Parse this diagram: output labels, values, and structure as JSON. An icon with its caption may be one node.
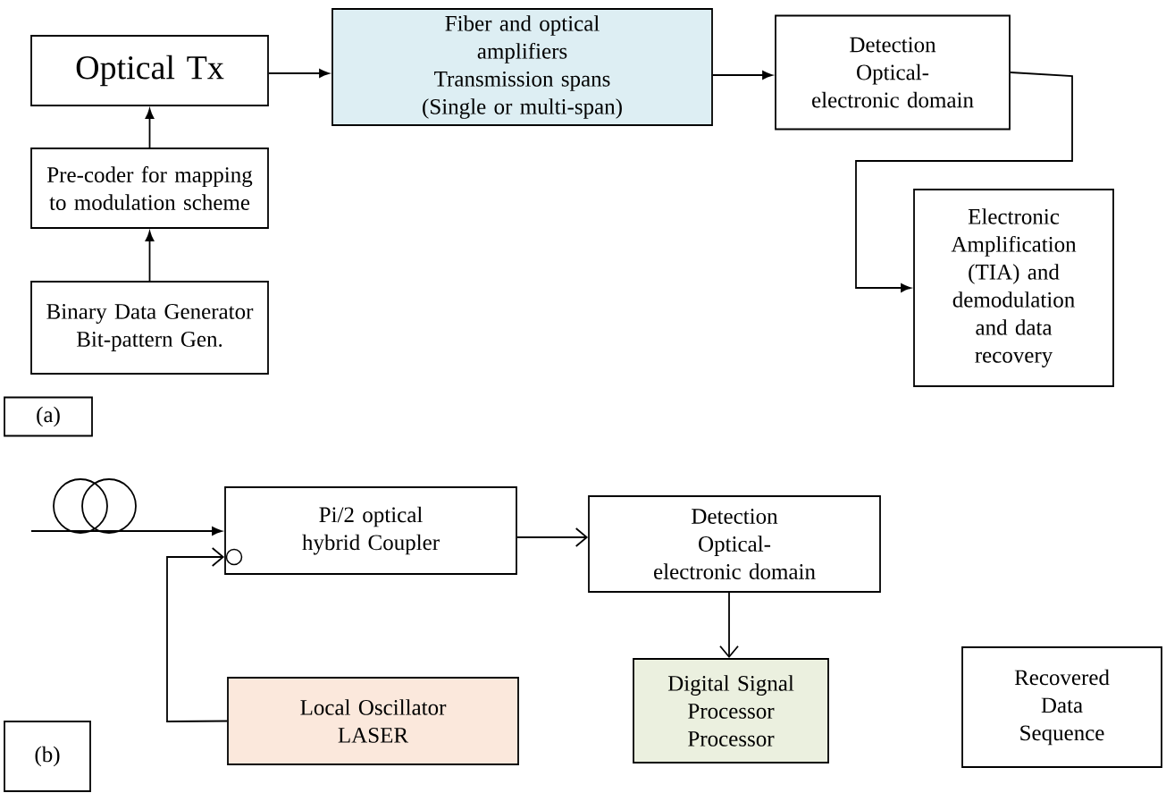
{
  "diagram": {
    "nodes": [
      {
        "text": [
          "Optical Tx"
        ]
      },
      {
        "text": [
          "Fiber and optical amplifiers",
          "Transmission spans (Single or multi-span)"
        ]
      },
      {
        "text": [
          "Detection",
          "Optical-electronic domain"
        ]
      },
      {
        "text": [
          "Pre-coder for mapping to modulation scheme"
        ]
      },
      {
        "text": [
          "Electronic Amplification (TIA) and demodulation and data recovery"
        ]
      },
      {
        "text": [
          "Binary Data Generator",
          "Bit-pattern Gen."
        ]
      },
      {
        "text": [
          "(a)"
        ]
      },
      {
        "text": [
          "Pi/2 optical hybrid Coupler"
        ]
      },
      {
        "text": [
          "Detection",
          "Optical-electronic domain"
        ]
      },
      {
        "text": [
          "Digital Signal Processor Processor"
        ]
      },
      {
        "text": [
          "Recovered Data Sequence"
        ]
      },
      {
        "text": [
          "Local Oscillator LASER"
        ]
      },
      {
        "text": [
          "(b)"
        ]
      }
    ],
    "edges": [
      {
        "from": 0,
        "to": 1,
        "arrow": "to"
      },
      {
        "from": 1,
        "to": 2,
        "arrow": "to"
      },
      {
        "from": 2,
        "to": 4,
        "arrow": "to"
      },
      {
        "from": 3,
        "to": 0,
        "arrow": "to"
      },
      {
        "from": 5,
        "to": 3,
        "arrow": "to"
      },
      {
        "from": null,
        "to": 7,
        "arrow": "to"
      },
      {
        "from": 11,
        "to": 7,
        "arrow": "to"
      },
      {
        "from": 7,
        "to": 8,
        "arrow": "to"
      },
      {
        "from": 8,
        "to": 9,
        "arrow": "to"
      }
    ]
  }
}
